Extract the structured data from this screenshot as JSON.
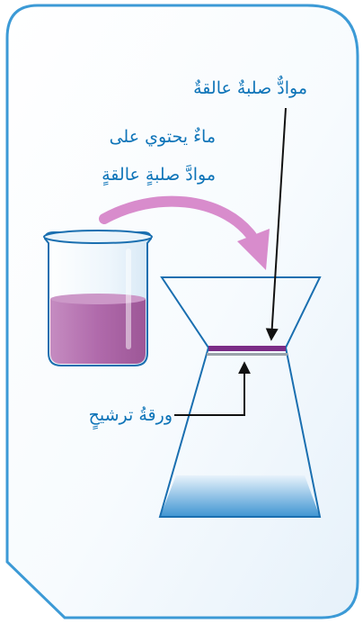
{
  "labels": {
    "suspended_solids": "موادٌّ صلبةٌ عالقةٌ",
    "water_line1": "ماءٌ يحتوي على",
    "water_line2": "موادَّ صلبةٍ عالقةٍ",
    "filter_paper": "ورقةُ ترشيحٍ"
  },
  "icons": {
    "beaker": "beaker-icon",
    "funnel_flask": "filtration-funnel-icon",
    "pour_arrow": "curved-arrow-icon"
  },
  "colors": {
    "card_border": "#3c9ad6",
    "label_text": "#0e74b8",
    "beaker_liquid": "#b774b3",
    "filter_solids": "#7b2c86",
    "filtrate": "#4c9fd6",
    "curved_arrow": "#d88ccc",
    "outline": "#1a6fb0"
  }
}
